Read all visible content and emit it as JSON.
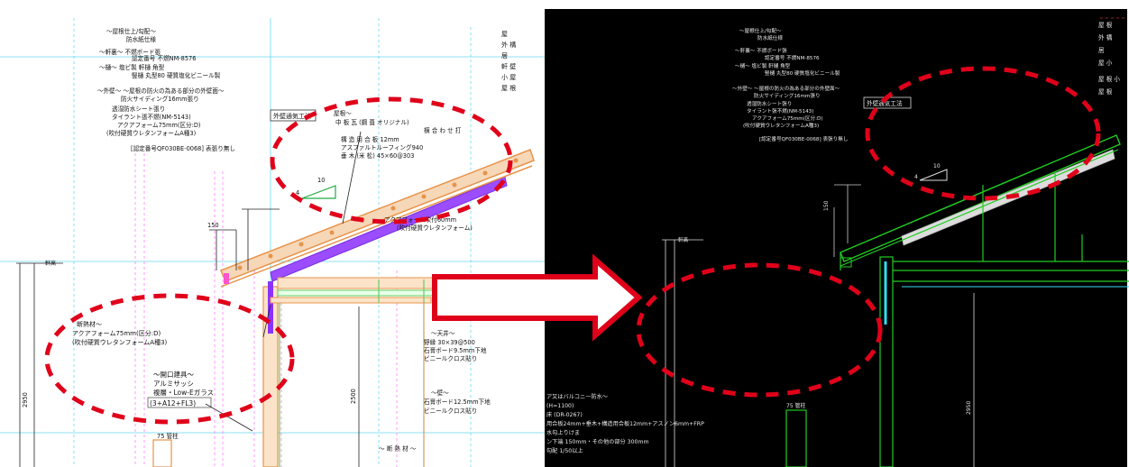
{
  "left_panel": {
    "notes": [
      "～屋根仕上/勾配～",
      "防水紙仕様",
      "～軒裏～ 不燃ボード張",
      "認定番号 不燃NM-8576",
      "～樋～ 塩ビ製 軒樋 角型",
      "竪樋 丸型80 硬質塩化ビニール製",
      "～外壁～ ～屋根の防火の為ある部分の外壁面～",
      "防火サイディング16mm張り",
      "透湿防水シート張り",
      "タイラント張不燃(NM-5143)",
      "アクアフォーム75mm(区分:D)",
      "(吹付硬質ウレタンフォームA種3)",
      "[認定番号QF030BE-0068] 表張り無し"
    ],
    "right_notes": [
      "屋",
      "外 構",
      "居",
      "軒 壁",
      "小 屋",
      "屋 根"
    ],
    "tag": "外壁通気工法",
    "roof_labels": [
      "屋根～",
      "中 板 瓦 (鋼 葺 オリジナル)",
      "横 合 わ せ 打",
      "構 造 用 合 板 12mm",
      "アスファルトルーフィング940",
      "垂 木 (米 松) 45×60@303"
    ],
    "slope": "10",
    "slope_rise": "4",
    "dim_150": "150",
    "insulation_labels": [
      "断熱材～",
      "アクアフォーム75mm(区分:D)",
      "(吹付硬質ウレタンフォームA種3)"
    ],
    "roof_insul_labels": [
      "アクアフォーム吹付60mm",
      "(吹付硬質ウレタンフォーム)"
    ],
    "window_labels": [
      "～開口建具～",
      "アルミサッシ",
      "複層・Low-Eガラス",
      "(3+A12+FL3)"
    ],
    "ceiling_labels": [
      "～天井～",
      "野縁 30×39@500",
      "石膏ボード9.5mm下地",
      "ビニールクロス貼り"
    ],
    "wall_labels": [
      "～壁～",
      "石膏ボード12.5mm下地",
      "ビニールクロス貼り"
    ],
    "dim_2950": "2950",
    "dim_2500": "2500",
    "post_label": "75 管柱",
    "floor_label": "～ 断 熱 材 ～",
    "level_label": "軒高"
  },
  "right_panel": {
    "notes": [
      "～屋根仕上/勾配～",
      "防水紙仕様",
      "～軒裏～ 不燃ボード張",
      "認定番号 不燃NM-8576",
      "～樋～ 塩ビ製 軒樋 角型",
      "竪樋 丸型80 硬質塩化ビニール製",
      "～外壁～ ～屋根の防火の為ある部分の外壁面～",
      "防火サイディング16mm張り",
      "透湿防水シート張り",
      "タイラント張不燃(NM-5143)",
      "アクアフォーム75mm(区分:D)",
      "(吹付硬質ウレタンフォームA種3)",
      "[認定番号QF030BE-0068] 表張り無し"
    ],
    "right_notes": [
      "屋 根",
      "外 構",
      "居",
      "屋 小",
      "屋 根 小",
      "屋 根"
    ],
    "tag": "外壁通気工法",
    "slope": "10",
    "slope_rise": "4",
    "dim_150": "150",
    "level_label": "軒高",
    "bottom_notes": [
      "ア又はバルコニー防水～",
      "(H=1100)",
      "床 (DR-0267)",
      "用合板24mm+垂木+構造用合板12mm+アスノン6mm+FRP",
      "水勾上りけま",
      "ン下端 150mm・その他の部分 300mm",
      "勾配 1/50以上"
    ],
    "dim_2950": "2950",
    "post_label": "75 管柱"
  },
  "arrow": {
    "direction": "right"
  },
  "colors": {
    "highlight": "#e0001a",
    "grid_cyan": "#33ccee",
    "guide_magenta": "#ff66ff",
    "roof_purple": "#8a33ff",
    "timber_orange": "#e8944a",
    "frame_green": "#22cc22"
  }
}
